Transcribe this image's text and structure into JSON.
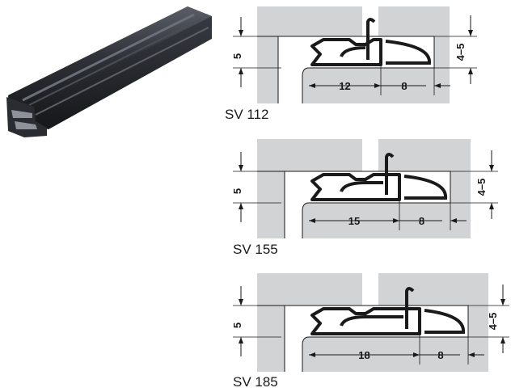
{
  "colors": {
    "panel_gray": "#d2d3d5",
    "profile_black": "#1a1a1a",
    "seal_dark": "#2b2d31"
  },
  "details": [
    {
      "model": "SV 112",
      "dim_gap_height": "5",
      "dim_groove_depth": "12",
      "dim_width": "8",
      "dim_clearance": "4–5"
    },
    {
      "model": "SV 155",
      "dim_gap_height": "5",
      "dim_groove_depth": "15",
      "dim_width": "8",
      "dim_clearance": "4–5"
    },
    {
      "model": "SV 185",
      "dim_gap_height": "5",
      "dim_groove_depth": "18",
      "dim_width": "8",
      "dim_clearance": "4–5"
    }
  ]
}
